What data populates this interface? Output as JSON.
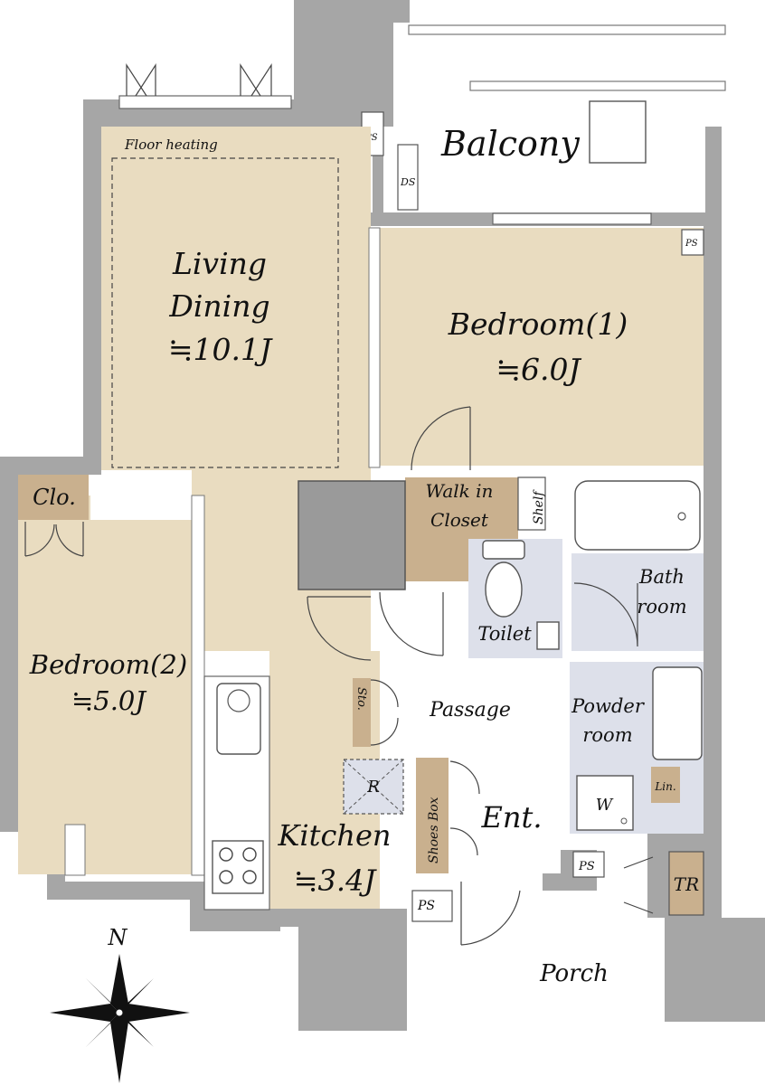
{
  "rooms": {
    "living": {
      "line1": "Living",
      "line2": "Dining",
      "size": "≒10.1J"
    },
    "floor_heating": "Floor heating",
    "balcony": "Balcony",
    "bedroom1": {
      "name": "Bedroom(1)",
      "size": "≒6.0J"
    },
    "bedroom2": {
      "name": "Bedroom(2)",
      "size": "≒5.0J"
    },
    "kitchen": {
      "name": "Kitchen",
      "size": "≒3.4J"
    },
    "walkin": {
      "line1": "Walk in",
      "line2": "Closet"
    },
    "shelf": "Shelf",
    "closet": "Clo.",
    "toilet": "Toilet",
    "bath": {
      "line1": "Bath",
      "line2": "room"
    },
    "powder": {
      "line1": "Powder",
      "line2": "room"
    },
    "passage": "Passage",
    "storage": "Sto.",
    "shoes_box": "Shoes Box",
    "entrance": "Ent.",
    "porch": "Porch",
    "linen": "Lin.",
    "trunk_room": "TR",
    "refrigerator": "R",
    "washer": "W"
  },
  "labels": {
    "ps": "PS",
    "ds": "DS",
    "north": "N"
  },
  "colors": {
    "floor": "#e9dcc0",
    "storage": "#c9b08e",
    "wet_area": "#dde0ea",
    "wall": "#a6a6a6"
  }
}
